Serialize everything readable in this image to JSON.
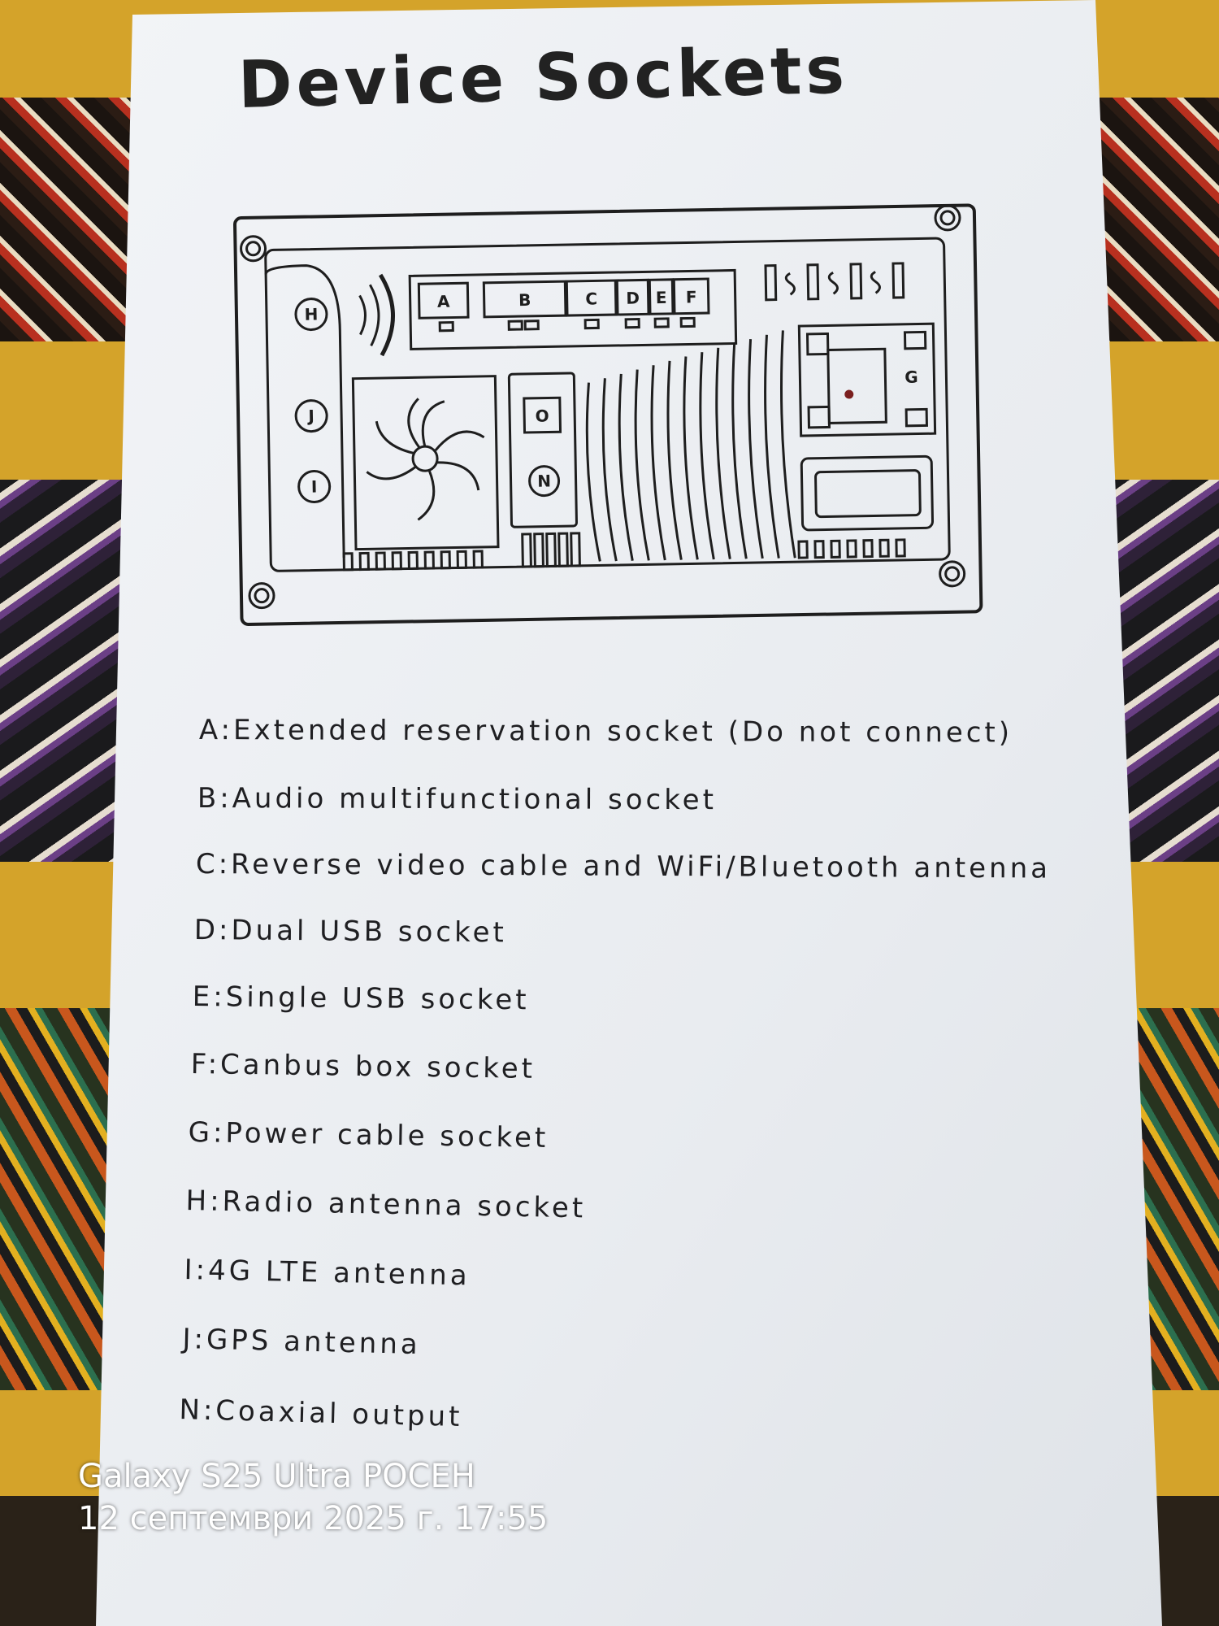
{
  "document": {
    "title": "Device Sockets",
    "diagram_labels": {
      "A": "A",
      "B": "B",
      "C": "C",
      "D": "D",
      "E": "E",
      "F": "F",
      "G": "G",
      "H": "H",
      "I": "I",
      "J": "J",
      "N": "N",
      "O": "O"
    },
    "legend": [
      {
        "text": "A:Extended reservation socket (Do not connect)"
      },
      {
        "text": "B:Audio multifunctional socket"
      },
      {
        "text": "C:Reverse video cable and WiFi/Bluetooth antenna"
      },
      {
        "text": "D:Dual USB socket"
      },
      {
        "text": "E:Single USB socket"
      },
      {
        "text": "F:Canbus box socket"
      },
      {
        "text": "G:Power cable socket"
      },
      {
        "text": "H:Radio antenna socket"
      },
      {
        "text": "I:4G LTE antenna"
      },
      {
        "text": "J:GPS antenna"
      },
      {
        "text": "N:Coaxial output"
      }
    ]
  },
  "photo_stamp": {
    "device": "Galaxy S25 Ultra РОСЕН",
    "datetime": "12 септември 2025 г. 17:55"
  },
  "colors": {
    "paper": "#eef1f4",
    "ink": "#222222",
    "stamp_text": "#ffffff"
  }
}
